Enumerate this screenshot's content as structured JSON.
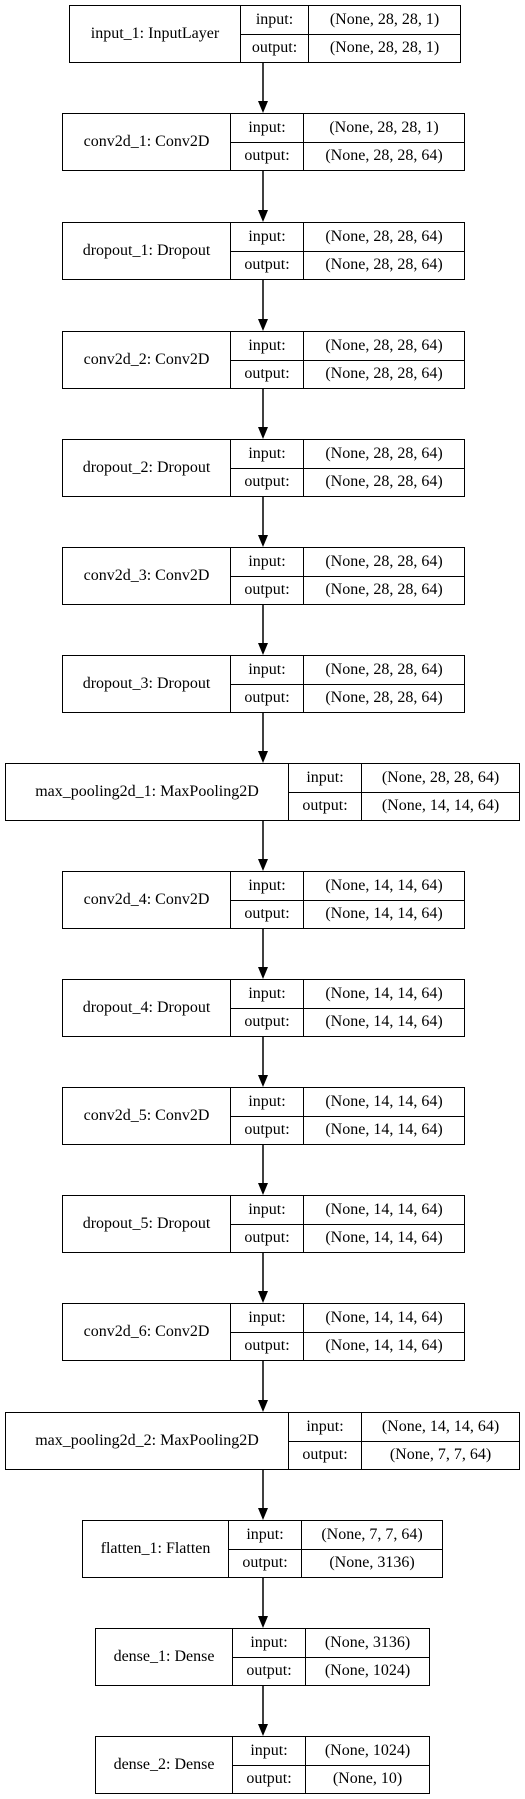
{
  "io_labels": {
    "input": "input:",
    "output": "output:"
  },
  "layers": [
    {
      "name": "input_1: InputLayer",
      "input": "(None, 28, 28, 1)",
      "output": "(None, 28, 28, 1)"
    },
    {
      "name": "conv2d_1: Conv2D",
      "input": "(None, 28, 28, 1)",
      "output": "(None, 28, 28, 64)"
    },
    {
      "name": "dropout_1: Dropout",
      "input": "(None, 28, 28, 64)",
      "output": "(None, 28, 28, 64)"
    },
    {
      "name": "conv2d_2: Conv2D",
      "input": "(None, 28, 28, 64)",
      "output": "(None, 28, 28, 64)"
    },
    {
      "name": "dropout_2: Dropout",
      "input": "(None, 28, 28, 64)",
      "output": "(None, 28, 28, 64)"
    },
    {
      "name": "conv2d_3: Conv2D",
      "input": "(None, 28, 28, 64)",
      "output": "(None, 28, 28, 64)"
    },
    {
      "name": "dropout_3: Dropout",
      "input": "(None, 28, 28, 64)",
      "output": "(None, 28, 28, 64)"
    },
    {
      "name": "max_pooling2d_1: MaxPooling2D",
      "input": "(None, 28, 28, 64)",
      "output": "(None, 14, 14, 64)"
    },
    {
      "name": "conv2d_4: Conv2D",
      "input": "(None, 14, 14, 64)",
      "output": "(None, 14, 14, 64)"
    },
    {
      "name": "dropout_4: Dropout",
      "input": "(None, 14, 14, 64)",
      "output": "(None, 14, 14, 64)"
    },
    {
      "name": "conv2d_5: Conv2D",
      "input": "(None, 14, 14, 64)",
      "output": "(None, 14, 14, 64)"
    },
    {
      "name": "dropout_5: Dropout",
      "input": "(None, 14, 14, 64)",
      "output": "(None, 14, 14, 64)"
    },
    {
      "name": "conv2d_6: Conv2D",
      "input": "(None, 14, 14, 64)",
      "output": "(None, 14, 14, 64)"
    },
    {
      "name": "max_pooling2d_2: MaxPooling2D",
      "input": "(None, 14, 14, 64)",
      "output": "(None, 7, 7, 64)"
    },
    {
      "name": "flatten_1: Flatten",
      "input": "(None, 7, 7, 64)",
      "output": "(None, 3136)"
    },
    {
      "name": "dense_1: Dense",
      "input": "(None, 3136)",
      "output": "(None, 1024)"
    },
    {
      "name": "dense_2: Dense",
      "input": "(None, 1024)",
      "output": "(None, 10)"
    }
  ]
}
